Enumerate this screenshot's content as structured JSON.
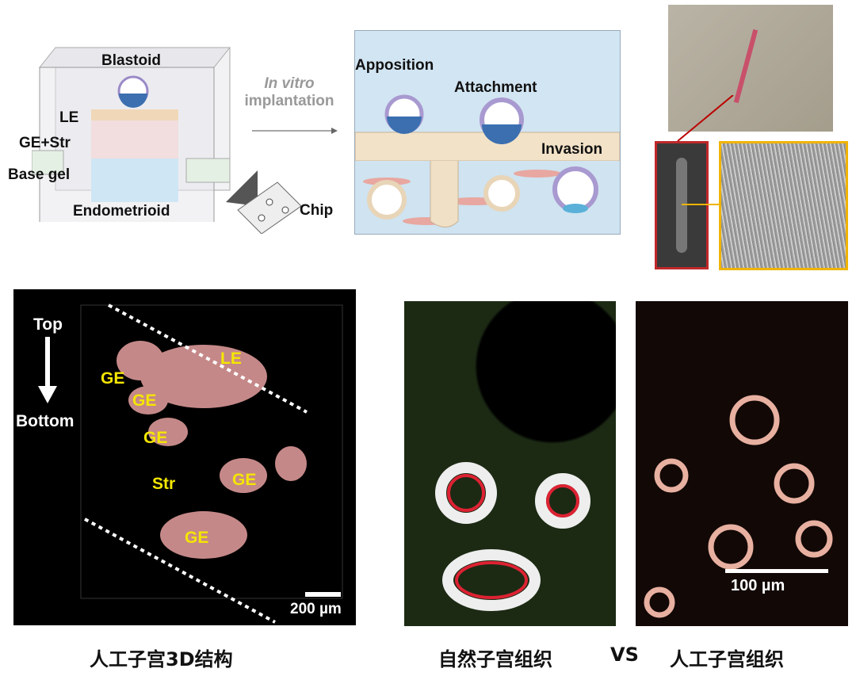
{
  "schematic": {
    "blastoid": "Blastoid",
    "le": "LE",
    "ge_str": "GE+Str",
    "base_gel": "Base gel",
    "endometrioid": "Endometrioid"
  },
  "arrow": {
    "line1": "In vitro",
    "line2": "implantation"
  },
  "chip_label": "Chip",
  "stages": {
    "apposition": "Apposition",
    "attachment": "Attachment",
    "invasion": "Invasion"
  },
  "panel3d": {
    "top": "Top",
    "bottom": "Bottom",
    "le": "LE",
    "ge1": "GE",
    "ge2": "GE",
    "ge3": "GE",
    "str": "Str",
    "ge4": "GE",
    "ge5": "GE",
    "scale": "200 µm"
  },
  "panel_artificial": {
    "scale": "100 µm"
  },
  "captions": {
    "left": "人工子宫3D结构",
    "natural": "自然子宫组织",
    "vs": "VS",
    "artificial": "人工子宫组织"
  }
}
